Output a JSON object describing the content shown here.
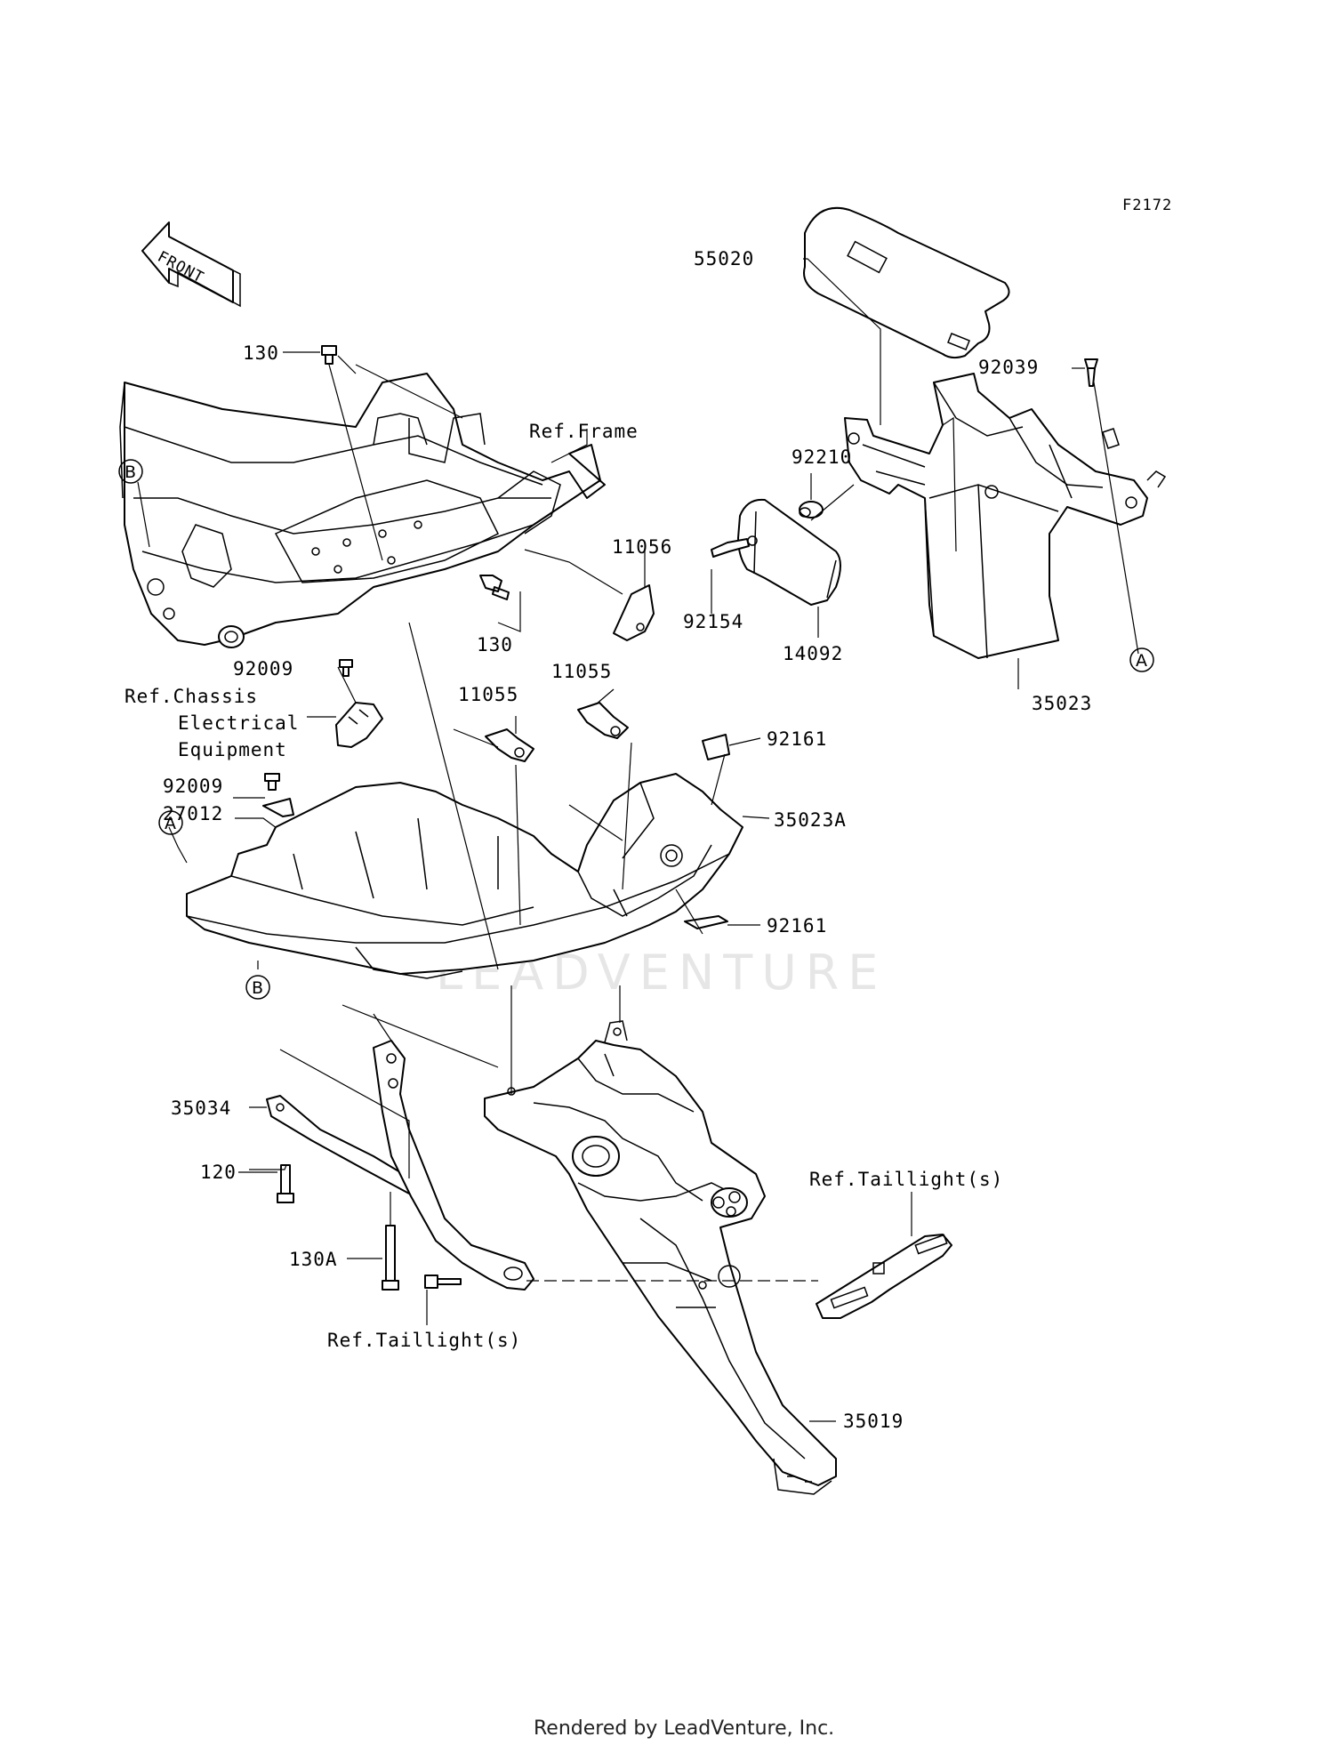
{
  "diagram_code": "F2172",
  "front_arrow": {
    "text": "FRONT",
    "icon": "front-direction-arrow-icon"
  },
  "watermark": "LEADVENTURE",
  "footer": "Rendered by LeadVenture, Inc.",
  "labels": {
    "p55020": "55020",
    "p92039": "92039",
    "p92210": "92210",
    "p92154": "92154",
    "p14092": "14092",
    "p35023": "35023",
    "p130_top": "130",
    "ref_frame": "Ref.Frame",
    "p11056": "11056",
    "p130_mid": "130",
    "p92009_a": "92009",
    "ref_chassis_1": "Ref.Chassis",
    "ref_chassis_2": "Electrical",
    "ref_chassis_3": "Equipment",
    "p11055_a": "11055",
    "p11055_b": "11055",
    "p92161_a": "92161",
    "p35023A": "35023A",
    "p92009_b": "92009",
    "p27012": "27012",
    "p92161_b": "92161",
    "p35034": "35034",
    "p120": "120",
    "ref_taillight_right": "Ref.Taillight(s)",
    "p130A": "130A",
    "ref_taillight_left": "Ref.Taillight(s)",
    "p35019": "35019"
  },
  "markers": {
    "a": "A",
    "b": "B"
  }
}
